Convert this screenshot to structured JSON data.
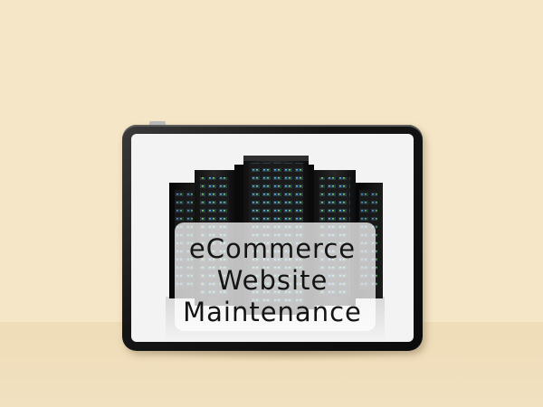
{
  "scene": {
    "wall_color": "#f4e6c6",
    "floor_color": "#efdcb8",
    "device": "tablet",
    "screen_image": "server-racks"
  },
  "screen_title": {
    "line1": "eCommerce",
    "line2": "Website",
    "line3": "Maintenance"
  }
}
